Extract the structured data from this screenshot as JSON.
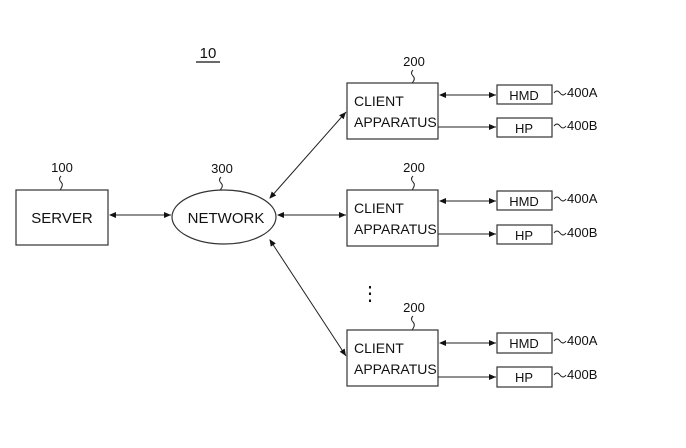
{
  "figure": {
    "number": "10",
    "server": {
      "label": "SERVER",
      "ref": "100"
    },
    "network": {
      "label": "NETWORK",
      "ref": "300"
    },
    "clients": [
      {
        "label_line1": "CLIENT",
        "label_line2": "APPARATUS",
        "ref": "200",
        "hmd": {
          "label": "HMD",
          "ref": "400A"
        },
        "hp": {
          "label": "HP",
          "ref": "400B"
        }
      },
      {
        "label_line1": "CLIENT",
        "label_line2": "APPARATUS",
        "ref": "200",
        "hmd": {
          "label": "HMD",
          "ref": "400A"
        },
        "hp": {
          "label": "HP",
          "ref": "400B"
        }
      },
      {
        "label_line1": "CLIENT",
        "label_line2": "APPARATUS",
        "ref": "200",
        "hmd": {
          "label": "HMD",
          "ref": "400A"
        },
        "hp": {
          "label": "HP",
          "ref": "400B"
        }
      }
    ],
    "ellipsis": "⋮"
  }
}
